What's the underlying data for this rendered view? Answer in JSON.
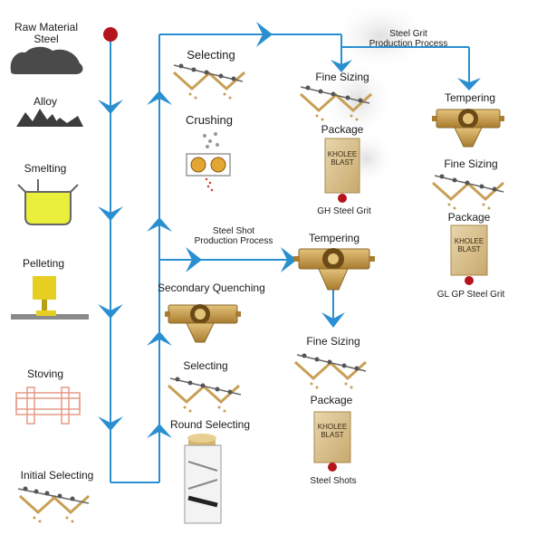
{
  "left_column": {
    "raw_material": "Raw Material\nSteel",
    "alloy": "Alloy",
    "smelting": "Smelting",
    "pelleting": "Pelleting",
    "stoving": "Stoving",
    "initial_selecting": "Initial Selecting"
  },
  "middle_column": {
    "selecting_top": "Selecting",
    "crushing": "Crushing",
    "secondary_quenching": "Secondary Quenching",
    "selecting_bottom": "Selecting",
    "round_selecting": "Round Selecting"
  },
  "grit_branch": {
    "process_title": "Steel Grit\nProduction Process",
    "fine_sizing": "Fine Sizing",
    "package": "Package",
    "package_brand": "KHOLEE\nBLAST",
    "product": "GH Steel Grit"
  },
  "grit_right_branch": {
    "tempering": "Tempering",
    "fine_sizing": "Fine Sizing",
    "package": "Package",
    "package_brand": "KHOLEE\nBLAST",
    "product": "GL GP Steel  Grit"
  },
  "shot_branch": {
    "process_title": "Steel Shot\nProduction Process",
    "tempering": "Tempering",
    "fine_sizing": "Fine Sizing",
    "package": "Package",
    "package_brand": "KHOLEE\nBLAST",
    "product": "Steel Shots"
  },
  "colors": {
    "arrow_blue": "#2a8fd0",
    "node_red": "#b5141c",
    "machine_tan": "#c8a055",
    "package_tan": "#dcc597",
    "smelting_yellow": "#e9ef3a",
    "pelleting_yellow": "#e6cf22",
    "stoving_salmon": "#e59a87"
  }
}
